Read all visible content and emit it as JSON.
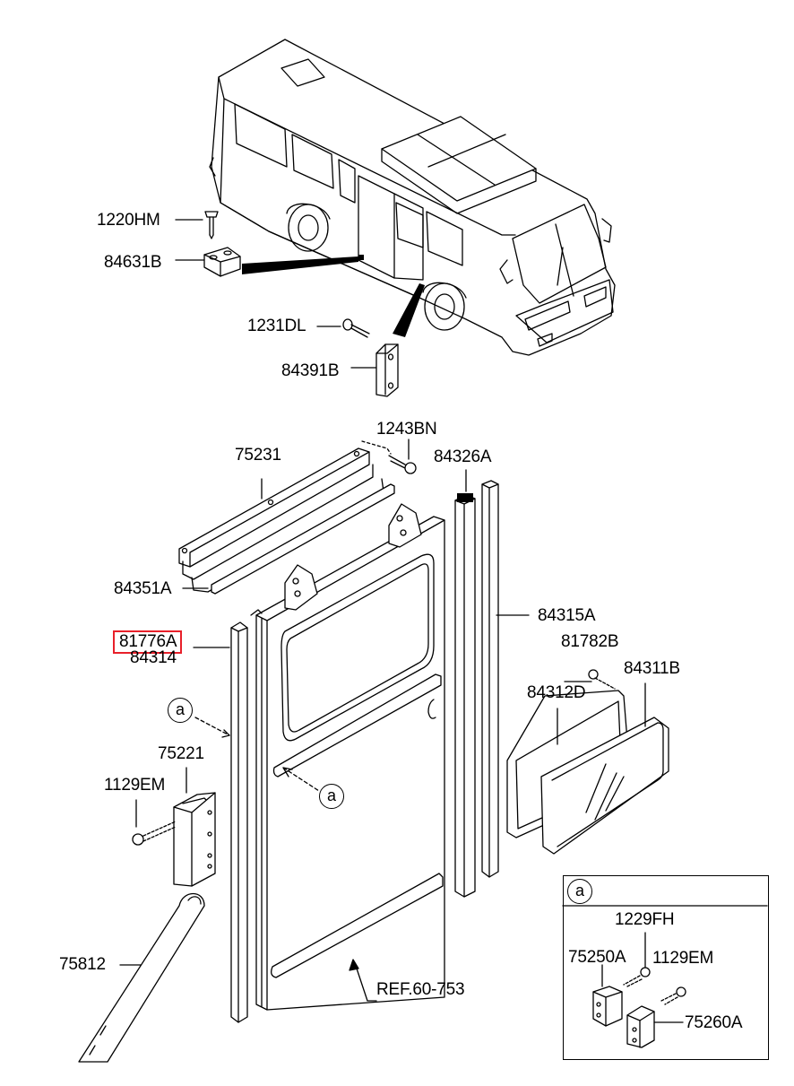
{
  "parts": [
    {
      "id": "1220HM",
      "label": "1220HM"
    },
    {
      "id": "84631B",
      "label": "84631B"
    },
    {
      "id": "1231DL",
      "label": "1231DL"
    },
    {
      "id": "84391B",
      "label": "84391B"
    },
    {
      "id": "1243BN",
      "label": "1243BN"
    },
    {
      "id": "75231",
      "label": "75231"
    },
    {
      "id": "84326A",
      "label": "84326A"
    },
    {
      "id": "84351A",
      "label": "84351A"
    },
    {
      "id": "84315A",
      "label": "84315A"
    },
    {
      "id": "81776A",
      "label": "81776A",
      "highlighted": true
    },
    {
      "id": "84314",
      "label": "84314"
    },
    {
      "id": "81782B",
      "label": "81782B"
    },
    {
      "id": "84311B",
      "label": "84311B"
    },
    {
      "id": "84312D",
      "label": "84312D"
    },
    {
      "id": "75221",
      "label": "75221"
    },
    {
      "id": "1129EM",
      "label": "1129EM"
    },
    {
      "id": "75812",
      "label": "75812"
    },
    {
      "id": "ref",
      "label": "REF.60-753"
    }
  ],
  "callout_marker": "a",
  "inset": {
    "marker": "a",
    "parts": [
      {
        "id": "1229FH",
        "label": "1229FH"
      },
      {
        "id": "75250A",
        "label": "75250A"
      },
      {
        "id": "1129EM",
        "label": "1129EM"
      },
      {
        "id": "75260A",
        "label": "75260A"
      }
    ]
  },
  "highlight_color": "#e8202a"
}
